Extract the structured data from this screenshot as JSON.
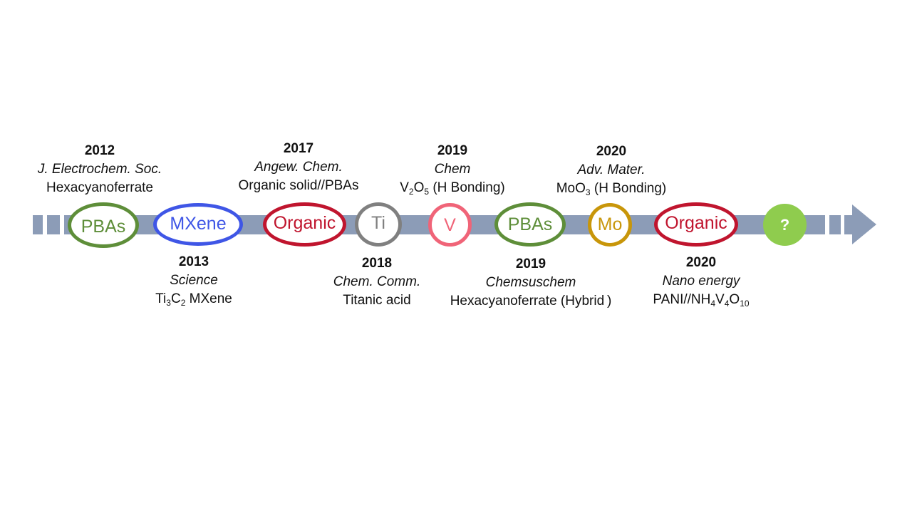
{
  "colors": {
    "bar": "#8c9cb7",
    "green": "#5e8e39",
    "blue": "#3f56e6",
    "red": "#c0152e",
    "gray": "#808080",
    "pink": "#f06478",
    "gold": "#c8960a",
    "light_green": "#8fcc4e"
  },
  "nodes": [
    {
      "id": "pbas-1",
      "label": "PBAs",
      "color": "green"
    },
    {
      "id": "mxene",
      "label": "MXene",
      "color": "blue"
    },
    {
      "id": "organic-1",
      "label": "Organic",
      "color": "red"
    },
    {
      "id": "ti",
      "label": "Ti",
      "color": "gray"
    },
    {
      "id": "v",
      "label": "V",
      "color": "pink"
    },
    {
      "id": "pbas-2",
      "label": "PBAs",
      "color": "green"
    },
    {
      "id": "mo",
      "label": "Mo",
      "color": "gold"
    },
    {
      "id": "organic-2",
      "label": "Organic",
      "color": "red"
    },
    {
      "id": "future",
      "label": "?",
      "color": "light_green"
    }
  ],
  "events": {
    "e2012": {
      "year": "2012",
      "journal": "J. Electrochem. Soc.",
      "material": "Hexacyanoferrate"
    },
    "e2013": {
      "year": "2013",
      "journal": "Science",
      "material": {
        "pre": "Ti",
        "s1": "3",
        "mid": "C",
        "s2": "2",
        "post": " MXene"
      }
    },
    "e2017": {
      "year": "2017",
      "journal": "Angew. Chem.",
      "material": "Organic solid//PBAs"
    },
    "e2018": {
      "year": "2018",
      "journal": "Chem. Comm.",
      "material": "Titanic acid"
    },
    "e2019a": {
      "year": "2019",
      "journal": "Chem",
      "material": {
        "pre": "V",
        "s1": "2",
        "mid": "O",
        "s2": "5",
        "post": " (H Bonding)"
      }
    },
    "e2019b": {
      "year": "2019",
      "journal": "Chemsuschem",
      "material": "Hexacyanoferrate (Hybrid )"
    },
    "e2020a": {
      "year": "2020",
      "journal": "Adv. Mater.",
      "material": {
        "pre": "MoO",
        "s1": "3",
        "post": " (H Bonding)"
      }
    },
    "e2020b": {
      "year": "2020",
      "journal": "Nano energy",
      "material": {
        "pre": "PANI//NH",
        "s1": "4",
        "mid": "V",
        "s2": "4",
        "mid2": "O",
        "s3": "10"
      }
    }
  }
}
